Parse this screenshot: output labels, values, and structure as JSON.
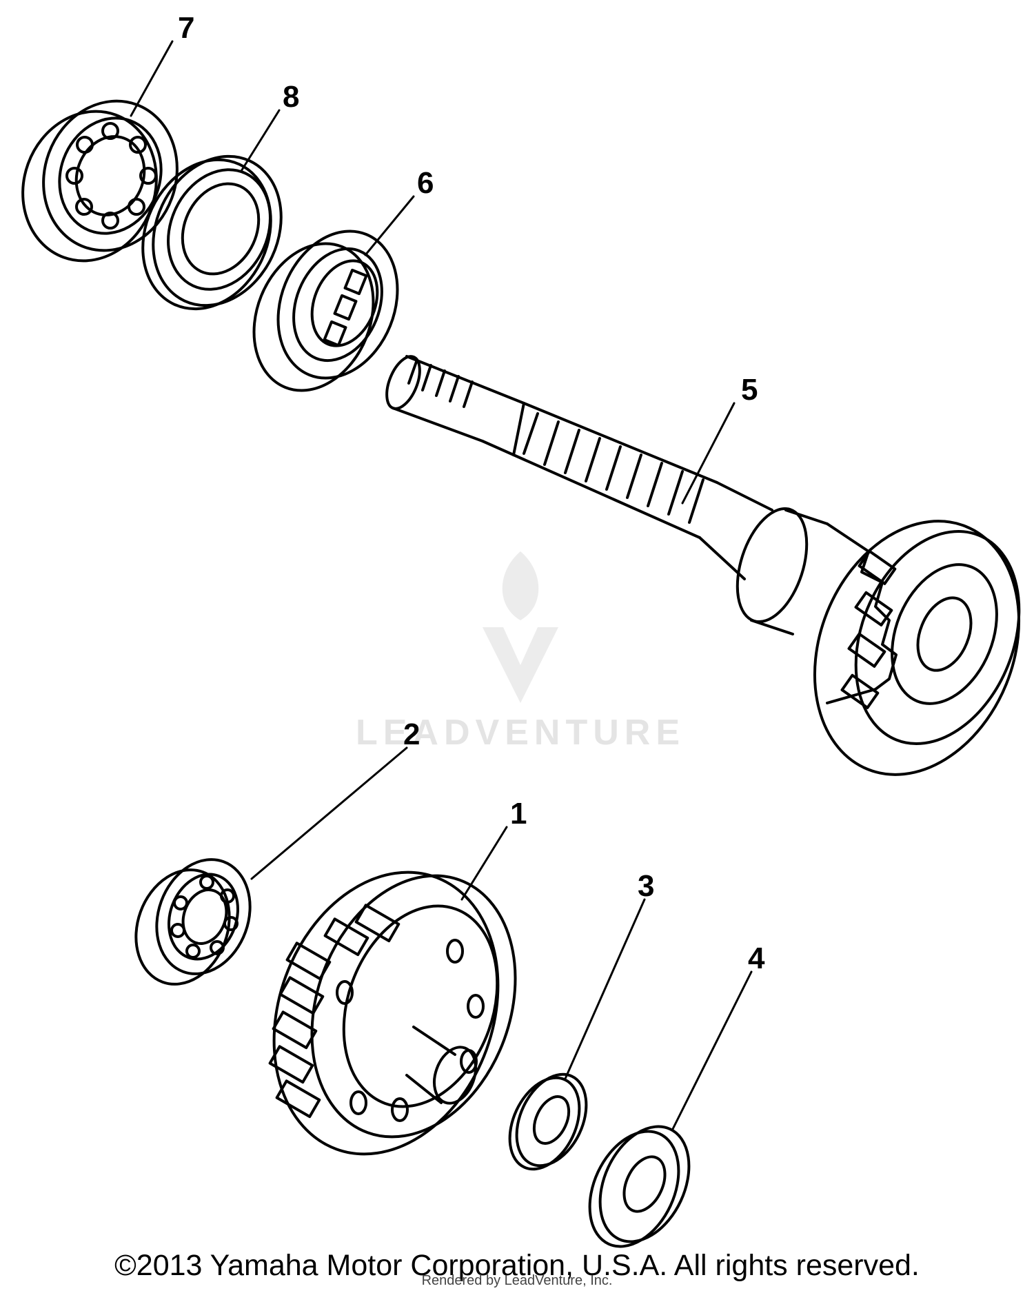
{
  "callouts": {
    "c1": "1",
    "c2": "2",
    "c3": "3",
    "c4": "4",
    "c5": "5",
    "c6": "6",
    "c7": "7",
    "c8": "8"
  },
  "watermark": {
    "text": "LEADVENTURE"
  },
  "footer": {
    "copyright": "©2013 Yamaha Motor Corporation, U.S.A. All rights reserved.",
    "rendered_by": "Rendered by LeadVenture, Inc."
  }
}
